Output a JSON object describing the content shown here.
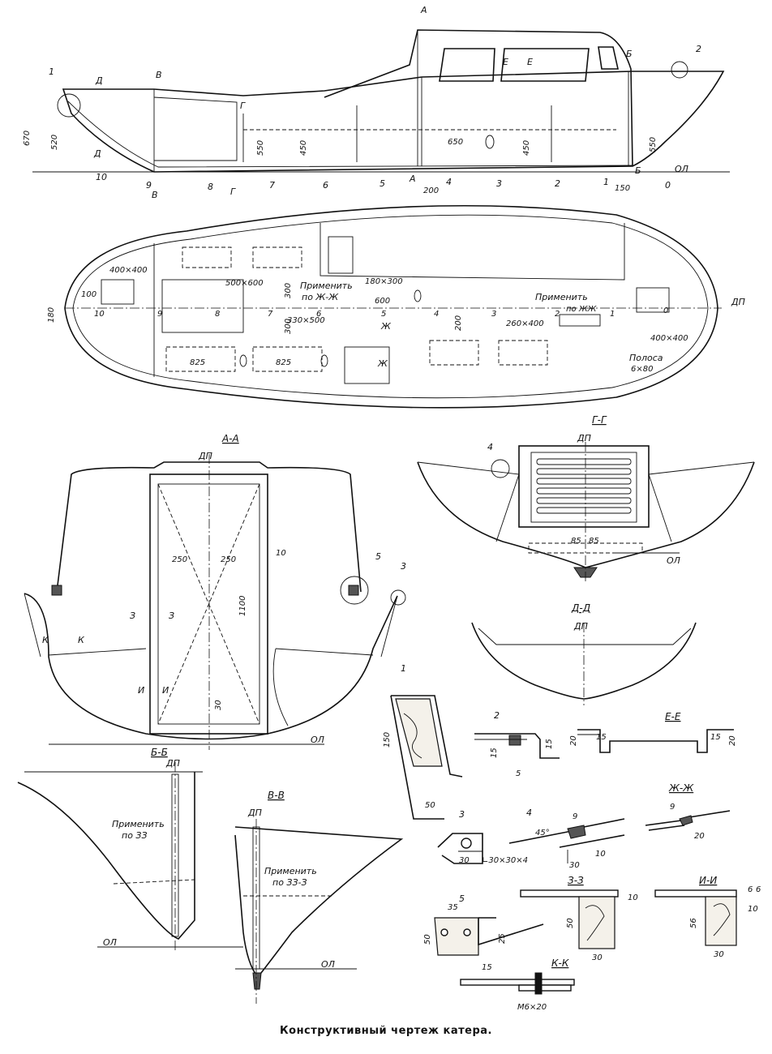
{
  "caption": "Конструктивный чертеж катера.",
  "profile": {
    "markers": [
      "А",
      "А",
      "Б",
      "Б",
      "В",
      "В",
      "Г",
      "Г",
      "Д",
      "Д",
      "Е",
      "Е"
    ],
    "callouts": [
      "1",
      "2"
    ],
    "dims": [
      "670",
      "520",
      "550",
      "450",
      "650",
      "450",
      "550",
      "200",
      "150"
    ],
    "stations": [
      "10",
      "9",
      "8",
      "7",
      "6",
      "5",
      "4",
      "3",
      "2",
      "1",
      "0"
    ],
    "baseline": "ОЛ"
  },
  "plan": {
    "labels": [
      "400×400",
      "100",
      "180",
      "500×600",
      "Применить",
      "по Ж-Ж",
      "180×300",
      "300",
      "300",
      "600",
      "200",
      "Применить",
      "по ЖЖ",
      "260×400",
      "330×500",
      "825",
      "825",
      "400×400",
      "Полоса",
      "6×80",
      "ДП"
    ],
    "markers": [
      "Ж",
      "Ж"
    ],
    "stations": [
      "10",
      "9",
      "8",
      "7",
      "6",
      "5",
      "4",
      "3",
      "2",
      "1",
      "0"
    ]
  },
  "section_aa": {
    "title": "А-А",
    "centerline": "ДП",
    "baseline": "ОЛ",
    "dims": [
      "250",
      "250",
      "10",
      "1100",
      "30"
    ],
    "markers": [
      "З",
      "З",
      "К",
      "К",
      "И",
      "И"
    ],
    "callouts": [
      "5",
      "3"
    ]
  },
  "section_gg": {
    "title": "Г-Г",
    "centerline": "ДП",
    "baseline": "ОЛ",
    "dims": [
      "85",
      "85"
    ],
    "callouts": [
      "4"
    ]
  },
  "section_dd": {
    "title": "Д-Д",
    "centerline": "ДП"
  },
  "section_bb": {
    "title": "Б-Б",
    "centerline": "ДП",
    "baseline": "ОЛ",
    "note1": "Применить",
    "note2": "по ЗЗ"
  },
  "section_vv": {
    "title": "В-В",
    "centerline": "ДП",
    "baseline": "ОЛ",
    "note1": "Применить",
    "note2": "по ЗЗ-З"
  },
  "details": {
    "d1": {
      "num": "1",
      "dims": [
        "150",
        "50"
      ]
    },
    "d2": {
      "num": "2",
      "dims": [
        "15",
        "15",
        "5"
      ]
    },
    "ee": {
      "title": "Е-Е",
      "dims": [
        "20",
        "15",
        "15",
        "20"
      ]
    },
    "d3": {
      "num": "3",
      "dims": [
        "30"
      ],
      "angle": "∟30×30×4"
    },
    "d4": {
      "num": "4",
      "dims": [
        "9",
        "45°",
        "30",
        "10"
      ]
    },
    "zhzh": {
      "title": "Ж-Ж",
      "dims": [
        "9",
        "20"
      ]
    },
    "d5": {
      "num": "5",
      "dims": [
        "35",
        "50",
        "25",
        "15"
      ]
    },
    "zz": {
      "title": "З-З",
      "dims": [
        "10",
        "50",
        "30"
      ]
    },
    "ii": {
      "title": "И-И",
      "dims": [
        "6",
        "6",
        "10",
        "56",
        "30"
      ]
    },
    "kk": {
      "title": "К-К",
      "bolt": "М6×20"
    }
  }
}
